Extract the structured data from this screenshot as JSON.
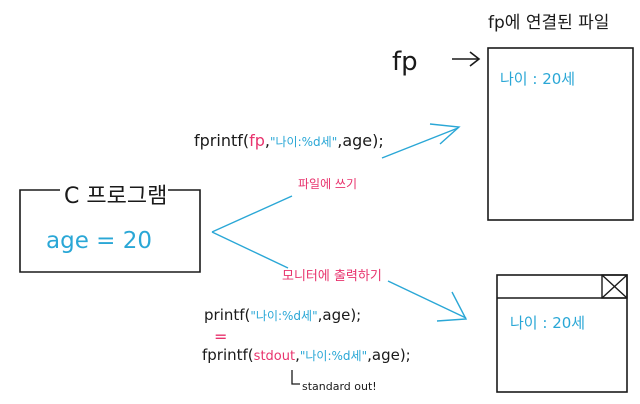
{
  "file_box": {
    "title": "fp에 연결된 파일",
    "content": "나이 : 20세"
  },
  "fp_label": "fp",
  "program_box": {
    "title": "C 프로그램",
    "variable": "age = 20"
  },
  "fprintf_line": {
    "func": "fprintf(",
    "arg_fp": "fp",
    "comma": ",",
    "format": "\"나이:%d세\"",
    "rest": ",age);"
  },
  "write_file_label": "파일에 쓰기",
  "monitor_label": "모니터에 출력하기",
  "monitor_box": {
    "content": "나이 : 20세"
  },
  "printf_line": {
    "func": "printf(",
    "format": "\"나이:%d세\"",
    "rest": ",age);"
  },
  "equals": "=",
  "fprintf_stdout_line": {
    "func": "fprintf(",
    "arg": "stdout",
    "comma": ",",
    "format": "\"나이:%d세\"",
    "rest": ",age);"
  },
  "stdout_note": "standard out!",
  "colors": {
    "ink": "#1a1a1a",
    "blue": "#2aa7d6",
    "pink": "#e8336d"
  }
}
